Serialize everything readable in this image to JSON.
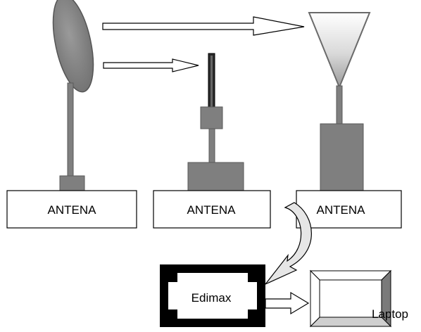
{
  "antennas": [
    {
      "label": "ANTENA",
      "kind": "parabolic dish"
    },
    {
      "label": "ANTENA",
      "kind": "monopole"
    },
    {
      "label": "ANTENA",
      "kind": "horn"
    }
  ],
  "device": {
    "label": "Edimax"
  },
  "computer": {
    "label": "Laptop"
  },
  "colors": {
    "stand_fill": "#7f7f7f",
    "stand_stroke": "#5a5a5a",
    "dish_fill": "#888888",
    "frame_fill": "#000000",
    "laptop_bevel_dark": "#7a7a7a",
    "laptop_bevel_light": "#cfcfcf",
    "arrow_fill": "#ffffff",
    "arrow_stroke": "#000000",
    "curved_arrow_fill": "#e6e6e6"
  }
}
